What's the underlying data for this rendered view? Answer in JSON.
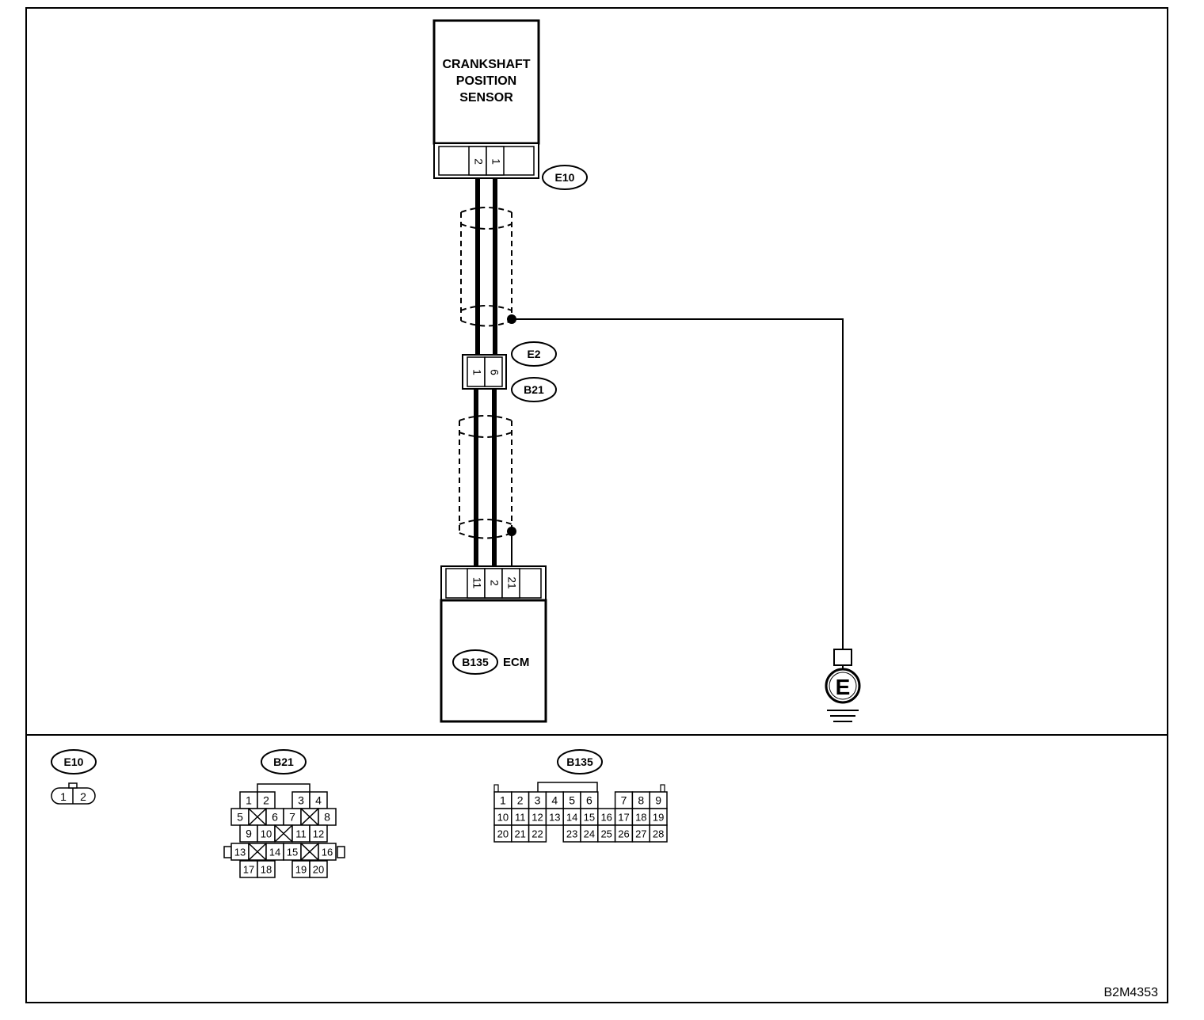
{
  "sensor": {
    "lines": [
      "CRANKSHAFT",
      "POSITION",
      "SENSOR"
    ]
  },
  "connectors": {
    "e10": {
      "label": "E10",
      "pins": [
        "2",
        "1"
      ]
    },
    "e2": {
      "label": "E2"
    },
    "b21": {
      "label": "B21",
      "pins": [
        "1",
        "6"
      ]
    },
    "b135": {
      "label": "B135",
      "pins": [
        "11",
        "2",
        "21"
      ]
    }
  },
  "ecm": {
    "label": "ECM"
  },
  "ground": {
    "label": "E"
  },
  "legend": {
    "e10": {
      "label": "E10",
      "pins": [
        "1",
        "2"
      ]
    },
    "b21": {
      "label": "B21",
      "pins": [
        "1",
        "2",
        "3",
        "4",
        "5",
        "6",
        "7",
        "8",
        "9",
        "10",
        "11",
        "12",
        "13",
        "14",
        "15",
        "16",
        "17",
        "18",
        "19",
        "20"
      ]
    },
    "b135": {
      "label": "B135",
      "pins": [
        "1",
        "2",
        "3",
        "4",
        "5",
        "6",
        "7",
        "8",
        "9",
        "10",
        "11",
        "12",
        "13",
        "14",
        "15",
        "16",
        "17",
        "18",
        "19",
        "20",
        "21",
        "22",
        "23",
        "24",
        "25",
        "26",
        "27",
        "28"
      ]
    }
  },
  "figure_id": "B2M4353"
}
